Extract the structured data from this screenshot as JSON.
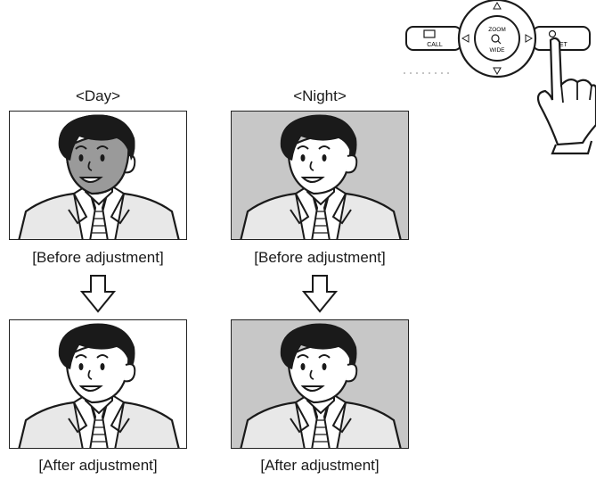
{
  "device": {
    "call_label": "CALL",
    "zoom_label": "ZOOM",
    "wide_label": "WIDE",
    "set_label": "SET"
  },
  "columns": [
    {
      "heading": "<Day>",
      "background": "#ffffff",
      "before_label": "[Before adjustment]",
      "after_label": "[After adjustment]"
    },
    {
      "heading": "<Night>",
      "background": "#c7c7c7",
      "before_label": "[Before adjustment]",
      "after_label": "[After adjustment]"
    }
  ],
  "colors": {
    "day_background": "#ffffff",
    "night_background": "#c7c7c7",
    "line": "#1a1a1a",
    "dark_skin_before": "#9a9a9a"
  }
}
